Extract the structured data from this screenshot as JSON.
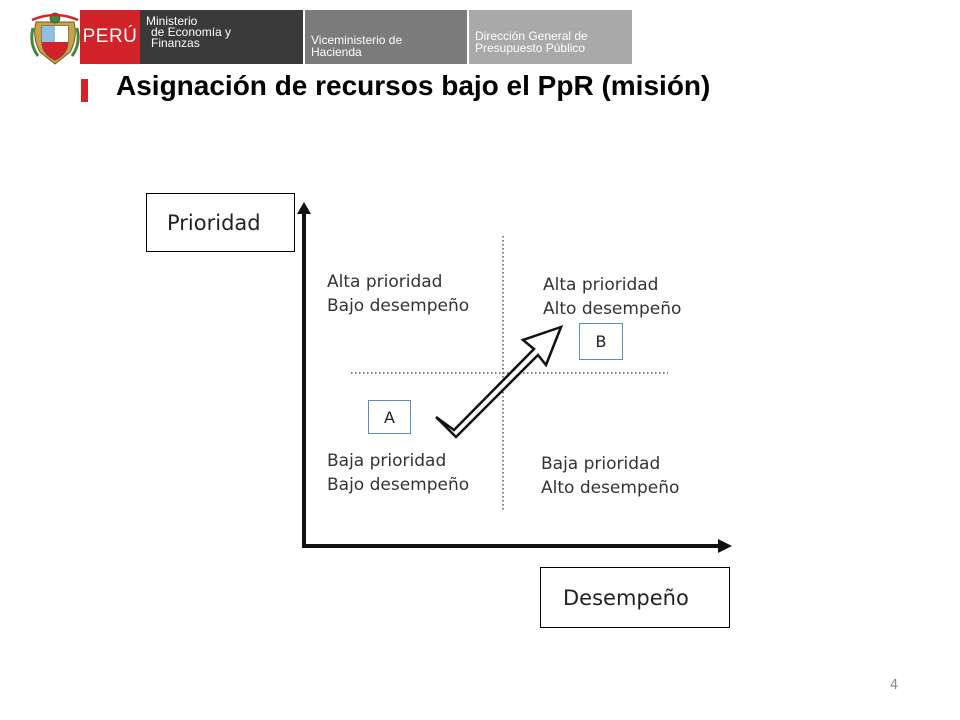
{
  "header": {
    "country": "PERÚ",
    "ministry_lines": [
      "Ministerio",
      "de Economía y",
      "Finanzas"
    ],
    "vice_lines": [
      "Viceministerio de",
      "Hacienda"
    ],
    "direction_lines": [
      "Dirección General de",
      "Presupuesto Público"
    ],
    "colors": {
      "red": "#d2232a",
      "dark": "#3a3a3a",
      "mid": "#7b7b7b",
      "light": "#a9a9a9"
    }
  },
  "title": "Asignación de recursos bajo el PpR (misión)",
  "diagram": {
    "y_axis_label": "Prioridad",
    "x_axis_label": "Desempeño",
    "quadrants": {
      "top_left": [
        "Alta prioridad",
        "Bajo desempeño"
      ],
      "top_right": [
        "Alta prioridad",
        "Alto desempeño"
      ],
      "bottom_left": [
        "Baja prioridad",
        "Bajo desempeño"
      ],
      "bottom_right": [
        "Baja prioridad",
        "Alto desempeño"
      ]
    },
    "point_a": "A",
    "point_b": "B",
    "point_border_color": "#5b8cc4"
  },
  "page_number": "4"
}
